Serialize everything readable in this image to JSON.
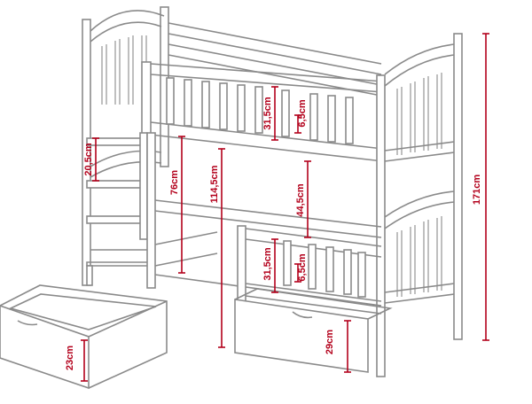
{
  "colors": {
    "line": "#8a8a8a",
    "dimension": "#b3001b",
    "background": "#ffffff"
  },
  "dimensions": {
    "overall_height": "171cm",
    "under_bed_clearance": "114,5cm",
    "ladder_opening": "76cm",
    "ladder_step": "20,5cm",
    "bunk_gap": "44,5cm",
    "top_rail_height": "31,5cm",
    "top_slat_gap": "6,5cm",
    "bottom_rail_height": "31,5cm",
    "bottom_slat_gap": "6,5cm",
    "drawer_height_left": "23cm",
    "drawer_height_right": "29cm"
  }
}
